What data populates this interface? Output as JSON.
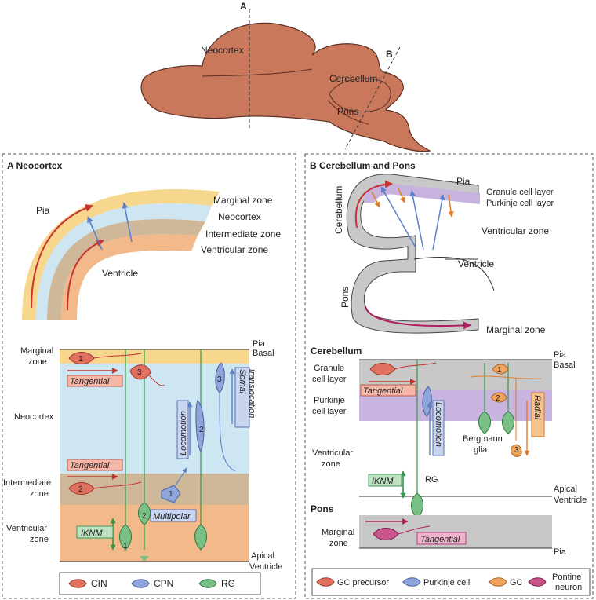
{
  "brain": {
    "section_a": "A",
    "section_b": "B",
    "neocortex": "Neocortex",
    "cerebellum": "Cerebellum",
    "pons": "Pons"
  },
  "panel_a": {
    "title": "A  Neocortex",
    "arc": {
      "pia": "Pia",
      "ventricle": "Ventricle",
      "zones": [
        "Marginal zone",
        "Neocortex",
        "Intermediate zone",
        "Ventricular zone"
      ]
    },
    "detail": {
      "left_labels": {
        "marginal": [
          "Marginal",
          "zone"
        ],
        "neocortex": "Neocortex",
        "intermediate": [
          "Intermediate",
          "zone"
        ],
        "ventricular": [
          "Ventricular",
          "zone"
        ]
      },
      "right_labels": {
        "pia": "Pia",
        "basal": "Basal",
        "apical": "Apical",
        "ventricle": "Ventricle"
      },
      "tags": {
        "tangential_top": "Tangential",
        "tangential_mid": "Tangential",
        "iknm": "IKNM",
        "multipolar": "Multipolar",
        "locomotion": "Locomotion",
        "somal": [
          "Somal",
          "translocation"
        ]
      },
      "cell_numbers": [
        "1",
        "2",
        "3",
        "1",
        "2",
        "3",
        "1",
        "2"
      ]
    },
    "legend": [
      {
        "label": "CIN",
        "color": "#e07060"
      },
      {
        "label": "CPN",
        "color": "#8ea6dc"
      },
      {
        "label": "RG",
        "color": "#79bf86"
      }
    ]
  },
  "panel_b": {
    "title": "B  Cerebellum and Pons",
    "schematic": {
      "pia": "Pia",
      "granule": "Granule cell layer",
      "purkinje": "Purkinje cell layer",
      "ventricular": "Ventricular zone",
      "ventricle": "Ventricle",
      "marginal": "Marginal zone",
      "cerebellum_side": "Cerebellum",
      "pons_side": "Pons"
    },
    "cerebellum": {
      "heading": "Cerebellum",
      "left_labels": {
        "granule": [
          "Granule",
          "cell layer"
        ],
        "purkinje": [
          "Purkinje",
          "cell layer"
        ],
        "ventricular": [
          "Ventricular",
          "zone"
        ]
      },
      "right_labels": {
        "pia": "Pia",
        "basal": "Basal",
        "apical": "Apical",
        "ventricle": "Ventricle"
      },
      "tags": {
        "tangential": "Tangential",
        "locomotion": "Locomotion",
        "iknm": "IKNM",
        "radial": "Radial"
      },
      "bergmann": [
        "Bergmann",
        "glia"
      ],
      "rg": "RG",
      "gc_numbers": [
        "1",
        "2",
        "3"
      ]
    },
    "pons": {
      "heading": "Pons",
      "marginal": [
        "Marginal",
        "zone"
      ],
      "tangential": "Tangential",
      "pia": "Pia"
    },
    "legend": [
      {
        "label": "GC precursor",
        "color": "#e07060"
      },
      {
        "label": "Purkinje cell",
        "color": "#8ea6dc"
      },
      {
        "label": "GC",
        "color": "#f0a35a"
      },
      {
        "label": "Pontine neuron",
        "color": "#c9558a"
      }
    ],
    "pontine_label": [
      "Pontine",
      "neuron"
    ]
  }
}
